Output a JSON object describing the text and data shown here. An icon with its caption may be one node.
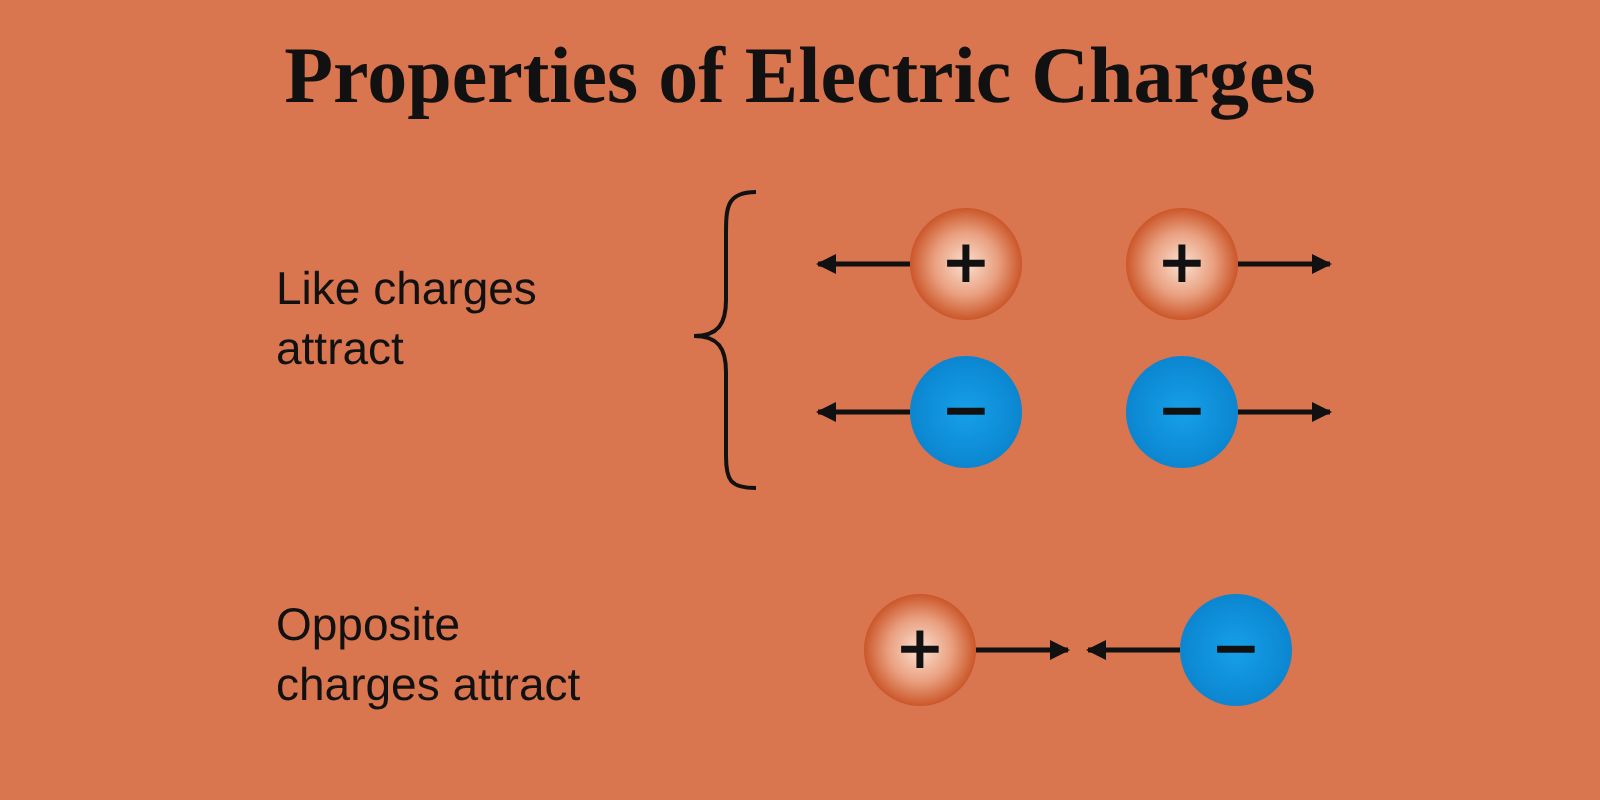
{
  "diagram": {
    "title": "Properties of Electric Charges",
    "nodes": [
      {
        "text": [
          "+"
        ]
      },
      {
        "text": [
          "+"
        ]
      },
      {
        "text": [
          "−"
        ]
      },
      {
        "text": [
          "−"
        ]
      },
      {
        "text": [
          "+"
        ]
      },
      {
        "text": [
          "−"
        ]
      }
    ],
    "edges": [
      {
        "from": 0,
        "to": null,
        "arrow": "to"
      },
      {
        "from": 1,
        "to": null,
        "arrow": "to"
      },
      {
        "from": 2,
        "to": null,
        "arrow": "to"
      },
      {
        "from": 3,
        "to": null,
        "arrow": "to"
      },
      {
        "from": 4,
        "to": null,
        "arrow": "to"
      },
      {
        "from": 5,
        "to": null,
        "arrow": "to"
      }
    ],
    "labels": [
      "Like charges attract",
      "Opposite charges attract"
    ]
  }
}
